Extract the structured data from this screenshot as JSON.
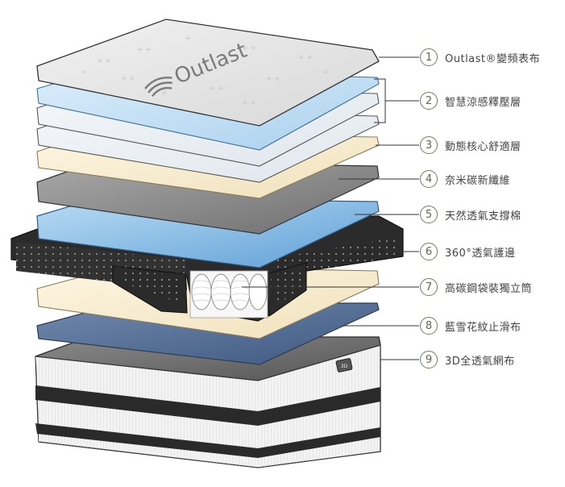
{
  "brand": {
    "logo_text": "Outlast"
  },
  "cover_label": "3D",
  "accent_color": "#6f7d5c",
  "layers": [
    {
      "number": "1",
      "label": "Outlast®變頻表布"
    },
    {
      "number": "2",
      "label": "智慧涼感釋壓層"
    },
    {
      "number": "3",
      "label": "動態核心舒適層"
    },
    {
      "number": "4",
      "label": "奈米碳新纖維"
    },
    {
      "number": "5",
      "label": "天然透氣支撐棉"
    },
    {
      "number": "6",
      "label": "360°透氣護邊"
    },
    {
      "number": "7",
      "label": "高碳鋼袋裝獨立筒"
    },
    {
      "number": "8",
      "label": "藍雪花紋止滑布"
    },
    {
      "number": "9",
      "label": "3D全透氣網布"
    }
  ]
}
